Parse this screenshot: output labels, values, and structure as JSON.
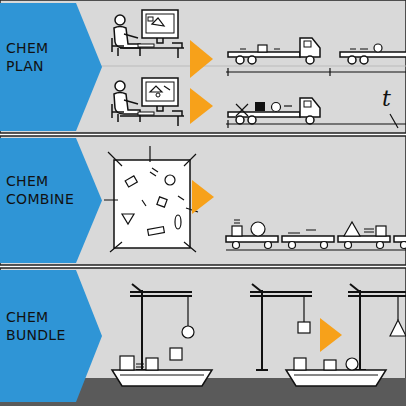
{
  "diagram": {
    "nodes": [
      {
        "text": [
          "CHEM PLAN"
        ]
      },
      {
        "text": [
          "CHEM COMBINE"
        ]
      },
      {
        "text": [
          "CHEM BUNDLE"
        ]
      }
    ],
    "labels": [
      "t"
    ]
  }
}
